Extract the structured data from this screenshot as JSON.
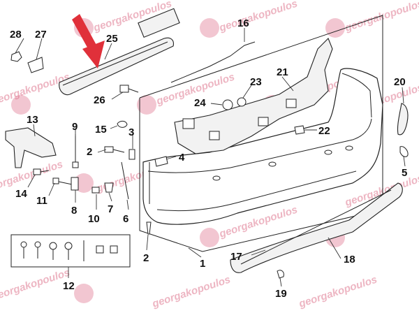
{
  "callouts": [
    "28",
    "27",
    "25",
    "16",
    "26",
    "21",
    "23",
    "24",
    "20",
    "13",
    "9",
    "15",
    "3",
    "22",
    "2",
    "4",
    "14",
    "11",
    "8",
    "10",
    "7",
    "6",
    "5",
    "19",
    "18",
    "17",
    "1",
    "2",
    "12"
  ],
  "watermark": {
    "text": "georgakopoulos",
    "color": "#d95c7a"
  },
  "highlight_arrow_color": "#e0303a"
}
